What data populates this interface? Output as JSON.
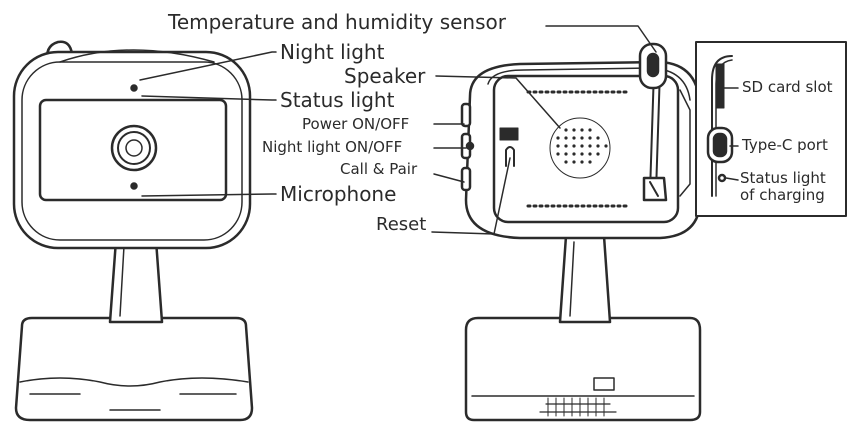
{
  "callouts": {
    "temperature_humidity_sensor": "Temperature and humidity sensor",
    "night_light": "Night light",
    "speaker": "Speaker",
    "status_light": "Status light",
    "power_on_off": "Power ON/OFF",
    "night_light_on_off": "Night light ON/OFF",
    "call_pair": "Call & Pair",
    "microphone": "Microphone",
    "reset": "Reset",
    "sd_card_slot": "SD card slot",
    "type_c_port": "Type-C port",
    "status_light_of_charging_line1": "Status light",
    "status_light_of_charging_line2": "of charging"
  },
  "colors": {
    "stroke": "#2b2b2b",
    "fill": "#ffffff",
    "shade": "#d9d9d9"
  }
}
